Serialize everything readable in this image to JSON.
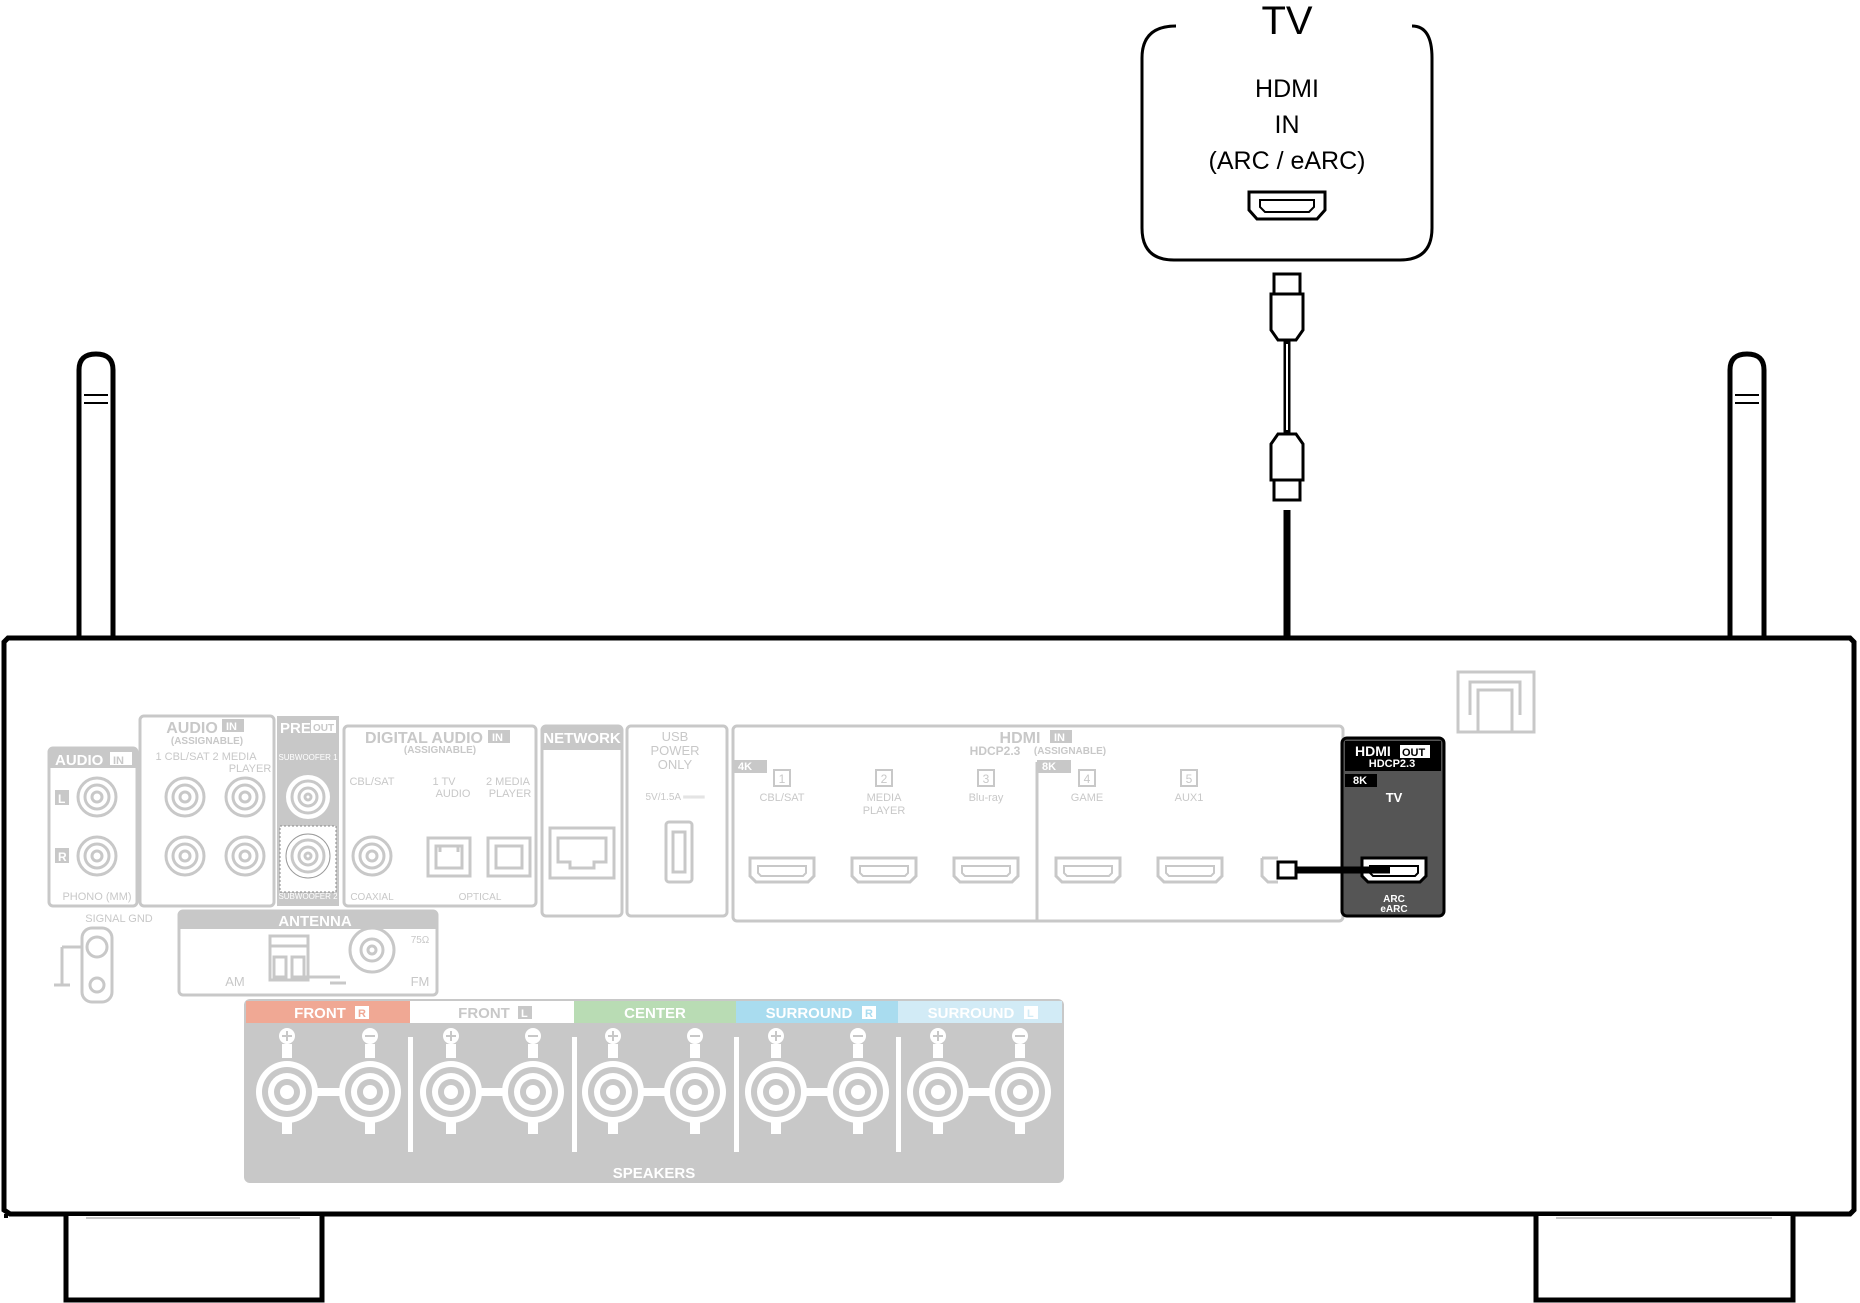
{
  "tv": {
    "title": "TV",
    "line1": "HDMI",
    "line2": "IN",
    "line3": "(ARC / eARC)"
  },
  "panel": {
    "audio_in_left": "AUDIO",
    "audio_in_left_badge": "IN",
    "ch_l": "L",
    "ch_r": "R",
    "phono": "PHONO (MM)",
    "signal_gnd": "SIGNAL GND",
    "audio_in": "AUDIO",
    "audio_in_badge": "IN",
    "assignable": "(ASSIGNABLE)",
    "audio_in_ports": "1 CBL/SAT  2  MEDIA",
    "audio_in_player": "PLAYER",
    "pre": "PRE",
    "pre_out": "OUT",
    "sub1": "SUBWOOFER 1",
    "sub2": "SUBWOOFER 2",
    "digital_audio": "DIGITAL AUDIO",
    "digital_badge": "IN",
    "digital_assignable": "(ASSIGNABLE)",
    "cbl_sat": "CBL/SAT",
    "tv_audio_1": "1   TV",
    "tv_audio_2": "AUDIO",
    "media_player_1": "2 MEDIA",
    "media_player_2": "PLAYER",
    "coaxial": "COAXIAL",
    "optical": "OPTICAL",
    "network": "NETWORK",
    "usb_1": "USB",
    "usb_2": "POWER",
    "usb_3": "ONLY",
    "usb_rating": "5V/1.5A ═══",
    "hdmi_in": "HDMI",
    "hdmi_in_badge": "IN",
    "hdcp": "HDCP2.3",
    "hdmi_assignable": "(ASSIGNABLE)",
    "tag_4k": "4K",
    "tag_8k": "8K",
    "hdmi_inputs": [
      {
        "num": "1",
        "name": "CBL/SAT"
      },
      {
        "num": "2",
        "name": "MEDIA",
        "name2": "PLAYER"
      },
      {
        "num": "3",
        "name": "Blu-ray"
      },
      {
        "num": "4",
        "name": "GAME"
      },
      {
        "num": "5",
        "name": "AUX1"
      }
    ],
    "antenna": "ANTENNA",
    "am": "AM",
    "fm": "FM",
    "ohm": "75Ω",
    "speakers": "SPEAKERS",
    "speaker_groups": [
      {
        "name": "FRONT",
        "badge": "R",
        "color": "#f0a894"
      },
      {
        "name": "FRONT",
        "badge": "L",
        "color": "#ffffff"
      },
      {
        "name": "CENTER",
        "badge": "",
        "color": "#b9dcb4"
      },
      {
        "name": "SURROUND",
        "badge": "R",
        "color": "#a9dcef"
      },
      {
        "name": "SURROUND",
        "badge": "L",
        "color": "#d2ebf6"
      }
    ]
  },
  "hdmi_out": {
    "title": "HDMI",
    "badge": "OUT",
    "hdcp": "HDCP2.3",
    "tag": "8K",
    "label": "TV",
    "arc": "ARC",
    "earc": "eARC"
  }
}
